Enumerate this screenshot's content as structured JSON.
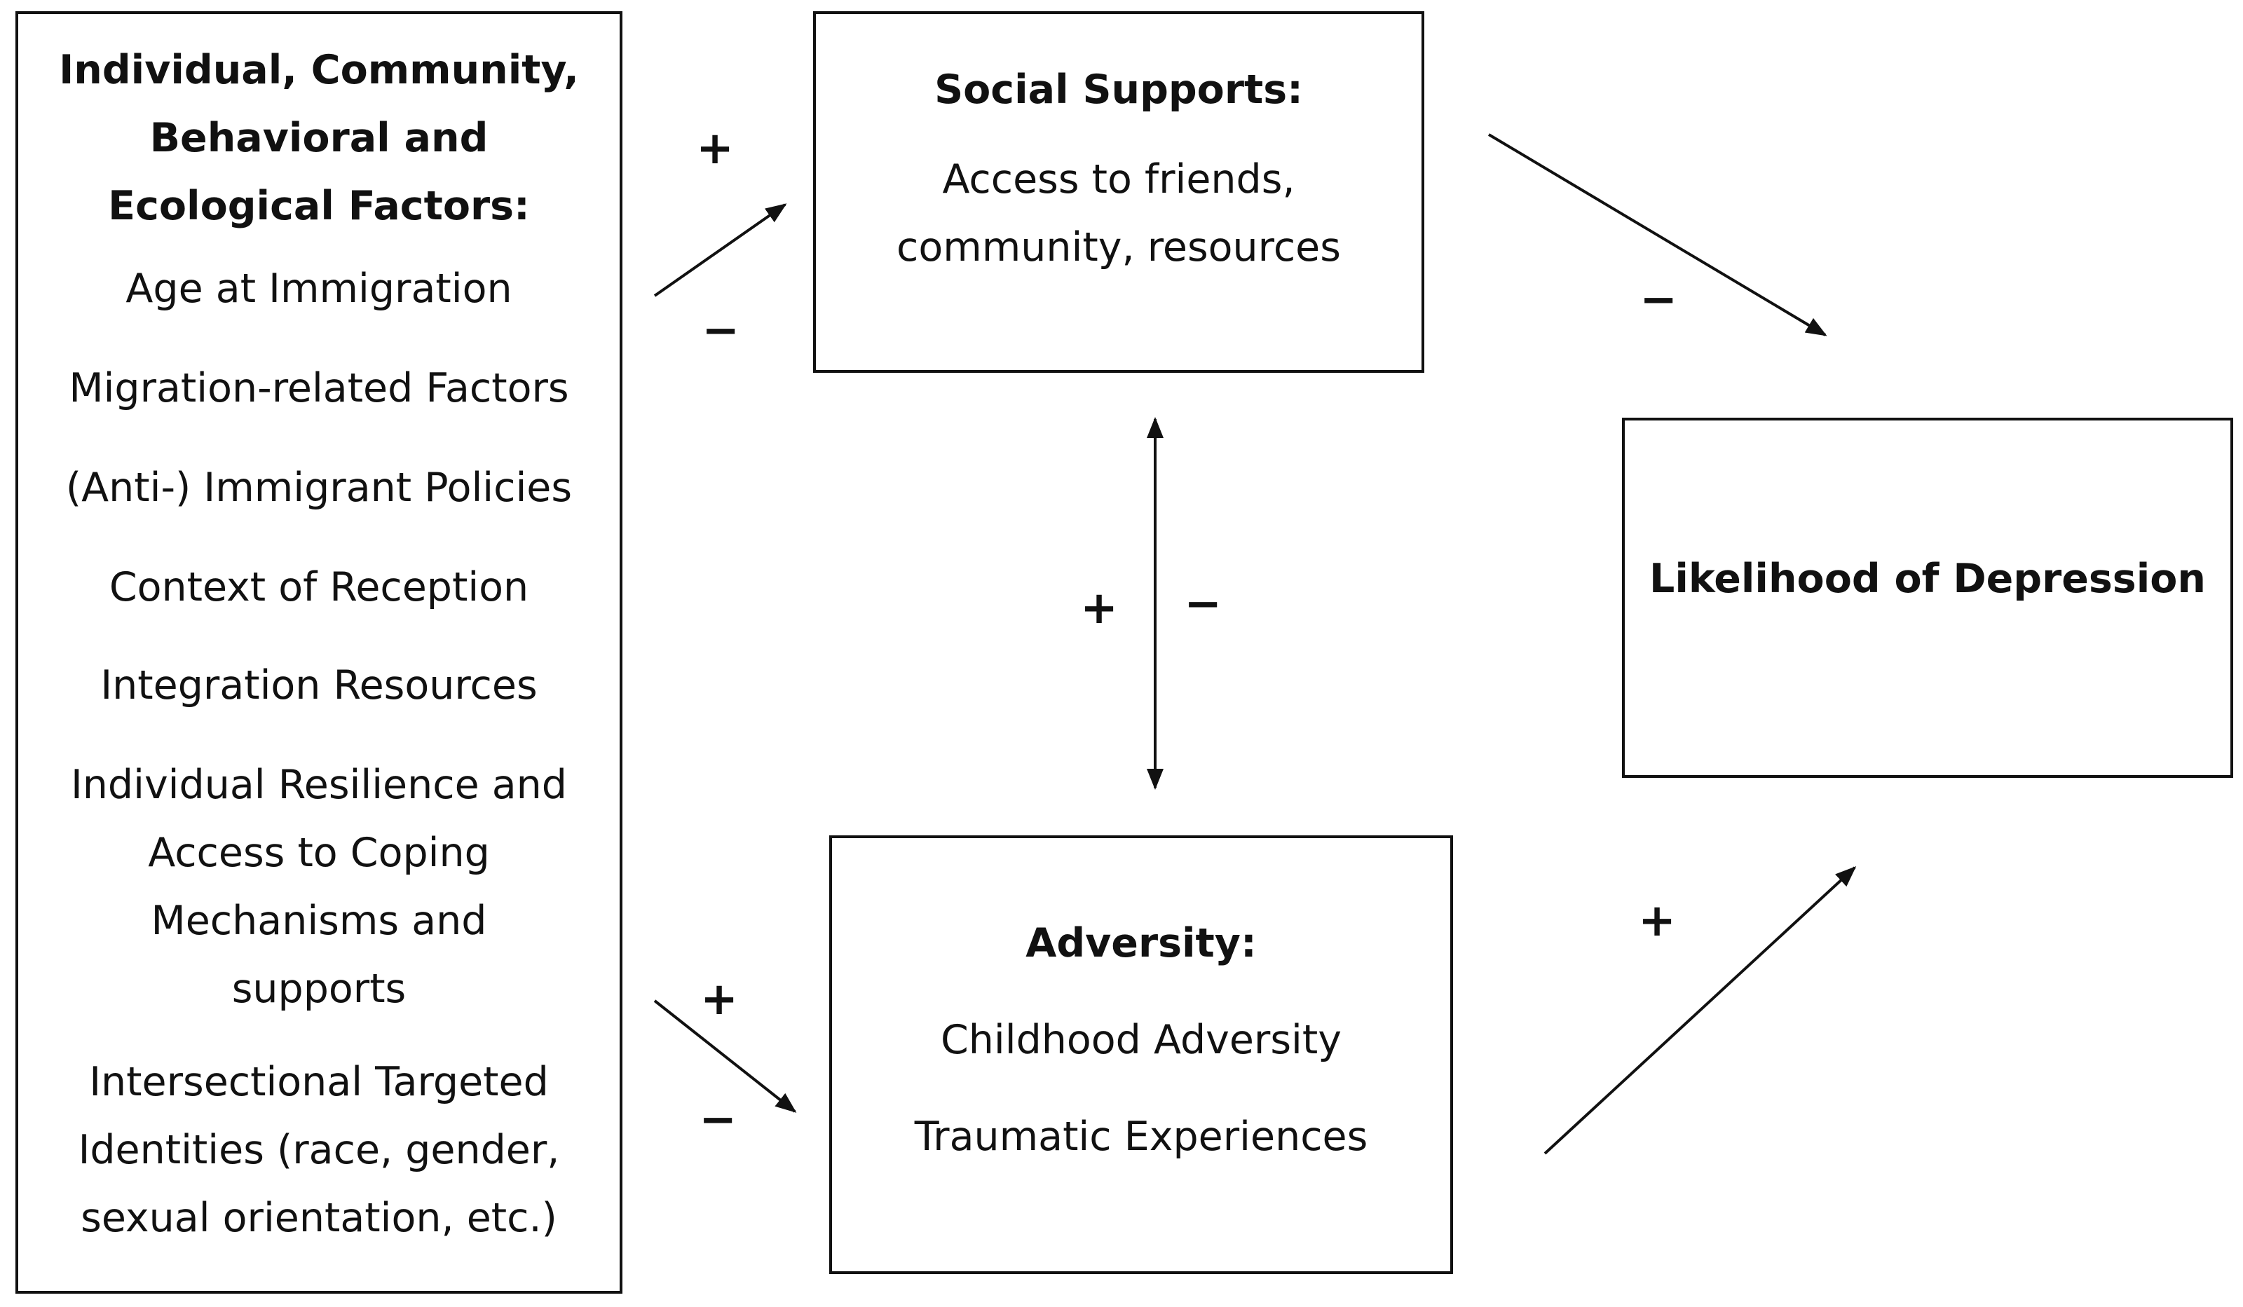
{
  "factors_box": {
    "title_lines": [
      "Individual, Community,",
      "Behavioral and",
      "Ecological Factors:"
    ],
    "items": [
      {
        "lines": [
          "Age at Immigration"
        ]
      },
      {
        "lines": [
          "Migration-related Factors"
        ]
      },
      {
        "lines": [
          "(Anti-) Immigrant Policies"
        ]
      },
      {
        "lines": [
          "Context of Reception"
        ]
      },
      {
        "lines": [
          "Integration Resources"
        ]
      },
      {
        "lines": [
          "Individual Resilience and",
          "Access to Coping",
          "Mechanisms and",
          "supports"
        ]
      },
      {
        "lines": [
          "Intersectional Targeted",
          "Identities (race, gender,",
          "sexual orientation, etc.)"
        ]
      }
    ]
  },
  "social_supports_box": {
    "title": "Social Supports:",
    "body_lines": [
      "Access to friends,",
      "community, resources"
    ]
  },
  "adversity_box": {
    "title": "Adversity:",
    "items": [
      "Childhood Adversity",
      "Traumatic Experiences"
    ]
  },
  "outcome_box": {
    "title": "Likelihood of Depression"
  },
  "signs": {
    "factors_to_support_plus": "+",
    "factors_to_support_minus": "−",
    "support_to_outcome_minus": "−",
    "bidirectional_plus": "+",
    "bidirectional_minus": "−",
    "factors_to_adversity_plus": "+",
    "factors_to_adversity_minus": "−",
    "adversity_to_outcome_plus": "+"
  }
}
